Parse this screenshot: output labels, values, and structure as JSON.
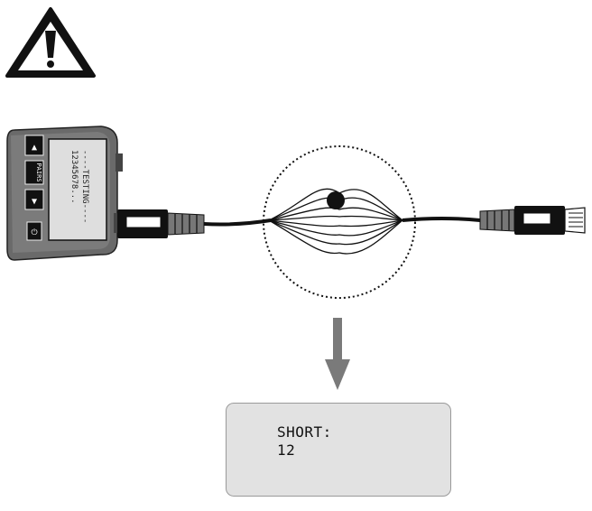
{
  "device": {
    "screen_line_1": "----TESTING----",
    "screen_line_2": "12345678...",
    "key_up": "▲",
    "key_mode": "PAIRS",
    "key_down": "▼",
    "key_power": "⏻"
  },
  "result": {
    "title": "SHORT:",
    "value": "12"
  },
  "icons": {
    "warning": "warning-triangle-icon",
    "arrow": "arrow-down-icon"
  },
  "colors": {
    "ink": "#111111",
    "arrow": "#7a7a7a",
    "result_bg": "#e2e2e2",
    "device_gray": "#6e6e6e"
  }
}
